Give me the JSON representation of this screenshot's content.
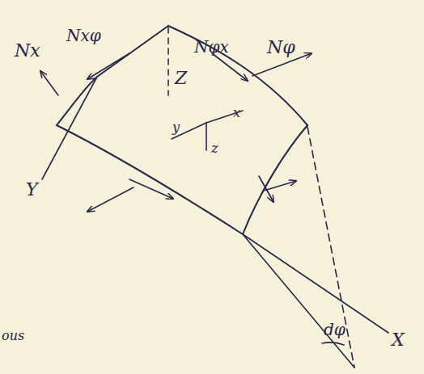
{
  "diagram": {
    "labels": [
      "Nx",
      "Nxφ",
      "Nφx",
      "Nφ",
      "Y",
      "Z",
      "y",
      "x",
      "z",
      "X",
      "dφ",
      "ous"
    ]
  }
}
